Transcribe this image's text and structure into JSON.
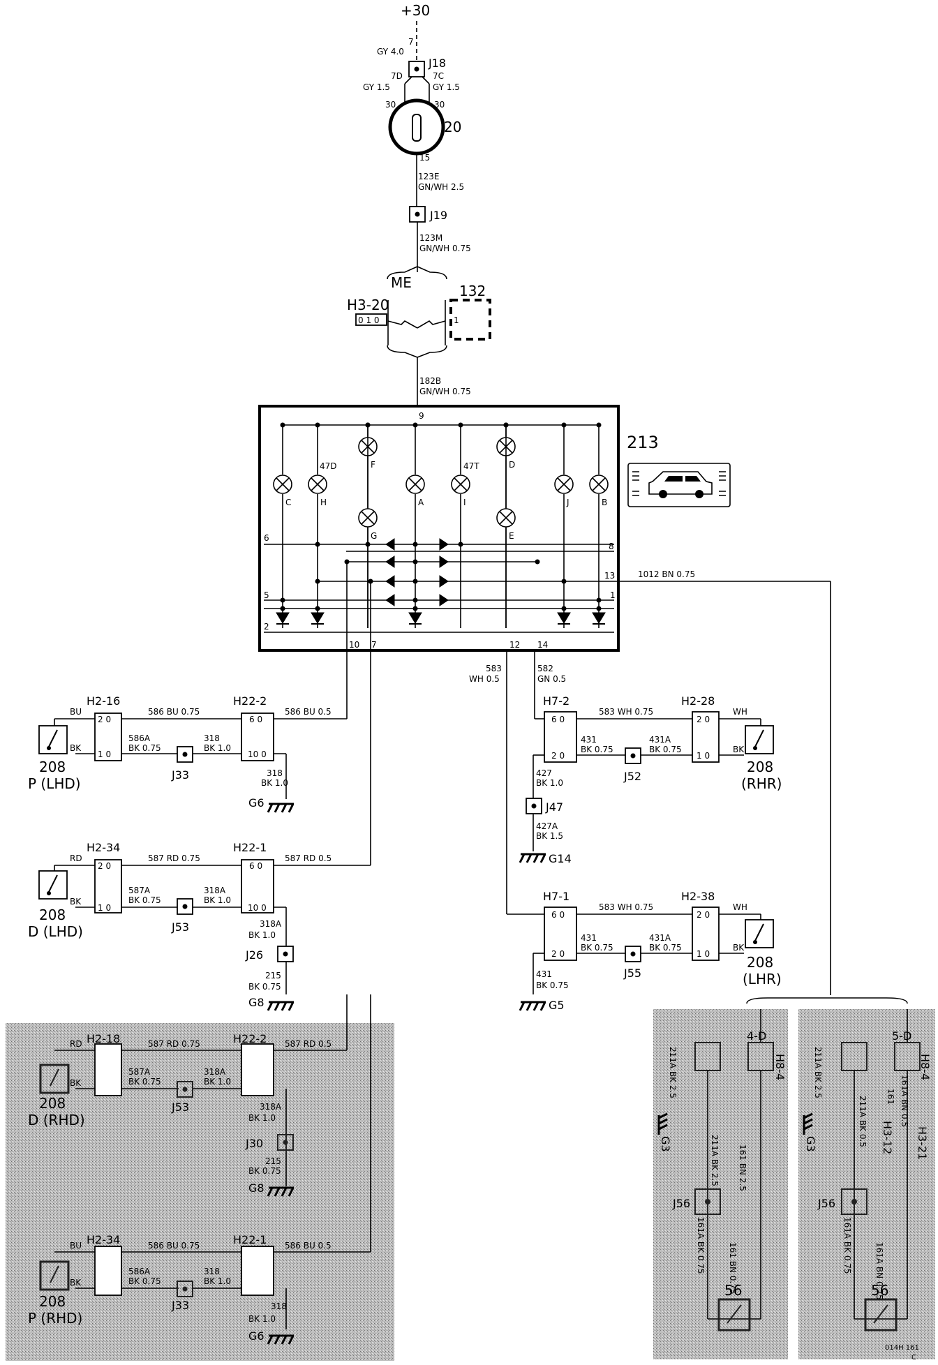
{
  "supply": {
    "label": "+30",
    "pin_top": "7",
    "wire_top": "GY 4.0",
    "junction": "J18",
    "left_pin": "7D",
    "left_wire": "GY 1.5",
    "right_pin": "7C",
    "right_wire": "GY 1.5",
    "pin30a": "30",
    "pin30b": "30",
    "switch_id": "20",
    "pin15": "15"
  },
  "wires_main": {
    "w1_id": "123E",
    "w1_col": "GN/WH 2.5",
    "j19": "J19",
    "w2_id": "123M",
    "w2_col": "GN/WH 0.75",
    "me": "ME",
    "h3": "H3-20",
    "h3_pins": "0 1 0",
    "comp132": "132",
    "pin1": "1",
    "w3_id": "182B",
    "w3_col": "GN/WH 0.75"
  },
  "panel": {
    "id": "213",
    "pins": [
      "9",
      "6",
      "8",
      "13",
      "5",
      "1",
      "2",
      "10",
      "7",
      "12",
      "14"
    ],
    "lamps": [
      "C",
      "H",
      "F",
      "G",
      "A",
      "I",
      "D",
      "E",
      "J",
      "B"
    ],
    "tags": [
      "47D",
      "47T"
    ],
    "wire_1012": "1012  BN  0.75"
  },
  "drops": {
    "w583_id": "583",
    "w583_col": "WH 0.5",
    "w582_id": "582",
    "w582_col": "GN 0.5"
  },
  "blk_p": {
    "conn1": "H2-16",
    "conn2": "H22-2",
    "w1": "586  BU  0.75",
    "w2": "586  BU  0.5",
    "bu": "BU",
    "bk": "BK",
    "w3_id": "586A",
    "w3_col": "BK 0.75",
    "w4_id": "318",
    "w4_col": "BK 1.0",
    "junc": "J33",
    "w5_id": "318",
    "w5_col": "BK 1.0",
    "gnd": "G6",
    "sw": "208",
    "sw_lbl": "P (LHD)",
    "pin_a": "2 0",
    "pin_b": "1 0",
    "pin_c": "6 0",
    "pin_d": "10 0"
  },
  "blk_d": {
    "conn1": "H2-34",
    "conn2": "H22-1",
    "w1": "587  RD  0.75",
    "w2": "587  RD  0.5",
    "rd": "RD",
    "bk": "BK",
    "w3_id": "587A",
    "w3_col": "BK 0.75",
    "w4_id": "318A",
    "w4_col": "BK 1.0",
    "junc": "J53",
    "w5_id": "318A",
    "w5_col": "BK 1.0",
    "j26": "J26",
    "w6_id": "215",
    "w6_col": "BK 0.75",
    "gnd": "G8",
    "sw": "208",
    "sw_lbl": "D (LHD)",
    "pin_a": "2 0",
    "pin_b": "1 0",
    "pin_c": "6 0",
    "pin_d": "10 0"
  },
  "blk_rhr": {
    "conn1": "H7-2",
    "conn2": "H2-28",
    "w1": "583  WH  0.75",
    "wh": "WH",
    "bk": "BK",
    "w2_id": "431",
    "w2_col": "BK 0.75",
    "w3_id": "431A",
    "w3_col": "BK 0.75",
    "junc": "J52",
    "w4_id": "427",
    "w4_col": "BK 1.0",
    "j47": "J47",
    "w5_id": "427A",
    "w5_col": "BK 1.5",
    "gnd": "G14",
    "sw": "208",
    "sw_lbl": "(RHR)",
    "pin_a": "6 0",
    "pin_b": "2 0",
    "pin_c": "2 0",
    "pin_d": "1 0"
  },
  "blk_lhr": {
    "conn1": "H7-1",
    "conn2": "H2-38",
    "w1": "583  WH  0.75",
    "wh": "WH",
    "bk": "BK",
    "w2_id": "431",
    "w2_col": "BK 0.75",
    "w3_id": "431A",
    "w3_col": "BK 0.75",
    "junc": "J55",
    "w4_id": "431",
    "w4_col": "BK 0.75",
    "gnd": "G5",
    "sw": "208",
    "sw_lbl": "(LHR)",
    "pin_a": "6 0",
    "pin_b": "2 0",
    "pin_c": "2 0",
    "pin_d": "1 0"
  },
  "shaded_l": {
    "b1_conn1": "H2-18",
    "b1_conn2": "H22-2",
    "b1_w1": "587  RD  0.75",
    "b1_w2": "587  RD  0.5",
    "b1_rd": "RD",
    "b1_bk": "BK",
    "b1_w3": "587A",
    "b1_w3c": "BK 0.75",
    "b1_w4": "318A",
    "b1_w4c": "BK 1.0",
    "b1_j": "J53",
    "b1_w5": "318A",
    "b1_w5c": "BK 1.0",
    "b1_j2": "J30",
    "b1_w6": "215",
    "b1_w6c": "BK 0.75",
    "b1_g": "G8",
    "b1_sw": "208",
    "b1_lbl": "D (RHD)",
    "b2_conn1": "H2-34",
    "b2_conn2": "H22-1",
    "b2_w1": "586  BU  0.75",
    "b2_w2": "586  BU  0.5",
    "b2_bu": "BU",
    "b2_bk": "BK",
    "b2_w3": "586A",
    "b2_w3c": "BK 0.75",
    "b2_w4": "318",
    "b2_w4c": "BK 1.0",
    "b2_j": "J33",
    "b2_w5": "318",
    "b2_w5c": "BK 1.0",
    "b2_g": "G6",
    "b2_sw": "208",
    "b2_lbl": "P (RHD)"
  },
  "shaded_r": {
    "c1_top": "4-D",
    "c1_conn": "H8-4",
    "c1_w1": "161  BN  2.5",
    "c1_w2": "211A  BK  2.5",
    "c1_w3": "211A  BK  2.5",
    "c1_g": "G3",
    "c1_j": "J56",
    "c1_w4": "161  BN  0.75",
    "c1_w5": "161A  BK  0.75",
    "c1_sw": "56",
    "c2_top": "5-D",
    "c2_conn1": "H8-4",
    "c2_conn2": "H3-12",
    "c2_conn3": "H3-21",
    "c2_w1": "211A  BK  2.5",
    "c2_w2": "211A  BK  0.5",
    "c2_w3": "161",
    "c2_w4": "161A  BN  0.5",
    "c2_g": "G3",
    "c2_j": "J56",
    "c2_w5": "161A  BN  0.75",
    "c2_w6": "161A  BK  0.75",
    "c2_sw": "56"
  },
  "footer": {
    "code": "014H 161",
    "rev": "C"
  }
}
